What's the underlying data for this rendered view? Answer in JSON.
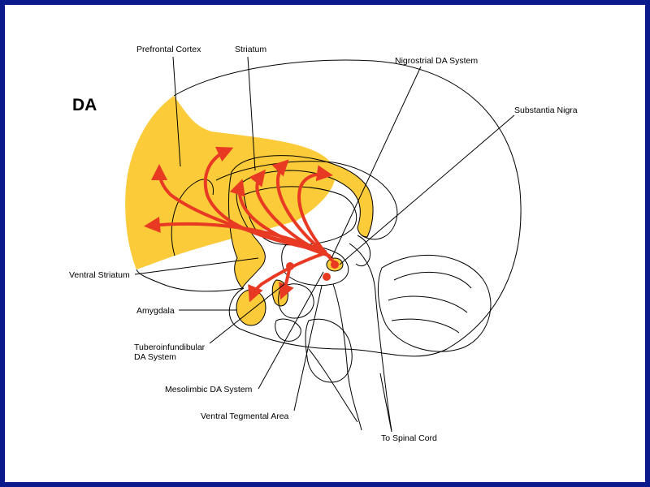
{
  "title": "DA",
  "colors": {
    "frame": "#0a1a8c",
    "pathway": "#e83a22",
    "region": "#fbcb3a",
    "outline": "#000000"
  },
  "labels": {
    "prefrontal_cortex": "Prefrontal Cortex",
    "striatum": "Striatum",
    "nigrostrial": "Nigrostrial DA System",
    "substantia_nigra": "Substantia Nigra",
    "ventral_striatum": "Ventral Striatum",
    "amygdala": "Amygdala",
    "tubero_line1": "Tuberoinfundibular",
    "tubero_line2": "DA System",
    "mesolimbic": "Mesolimbic DA System",
    "vta": "Ventral Tegmental Area",
    "spinal": "To Spinal Cord"
  }
}
